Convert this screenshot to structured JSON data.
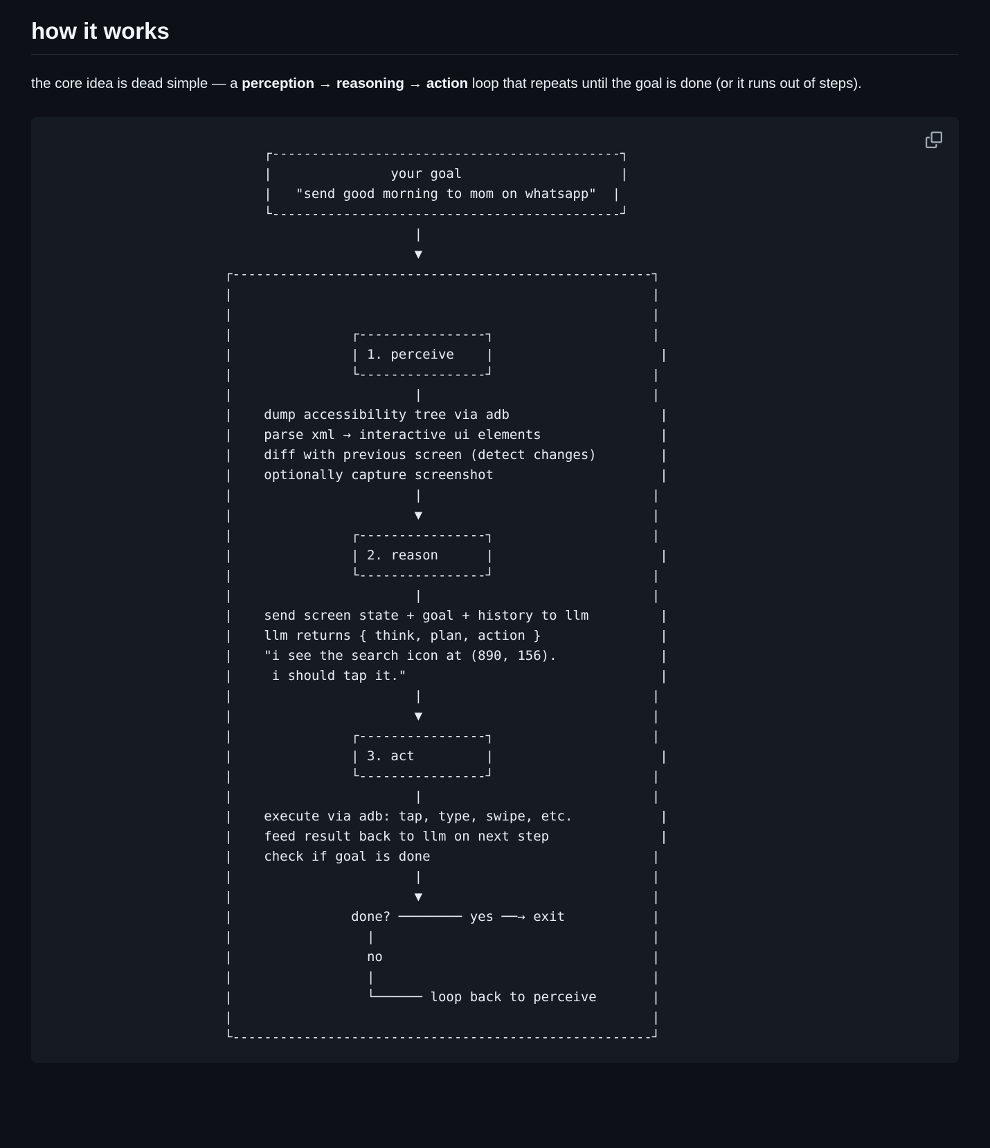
{
  "page": {
    "heading": "how it works",
    "intro": {
      "pre": "the core idea is dead simple — a ",
      "bold1": "perception",
      "arrow1": " → ",
      "bold2": "reasoning",
      "arrow2": " → ",
      "bold3": "action",
      "post": " loop that repeats until the goal is done (or it runs out of steps)."
    }
  },
  "code_block": {
    "copy_icon": "copy-icon",
    "ascii_lines": [
      "",
      "                            ┌--------------------------------------------┐",
      "                            |               your goal                    |",
      "                            |   \"send good morning to mom on whatsapp\"  |",
      "                            └--------------------------------------------┘",
      "                                               |",
      "                                               ▼",
      "                       ┌-----------------------------------------------------┐",
      "                       |                                                     |",
      "                       |                                                     |",
      "                       |               ┌----------------┐                    |",
      "                       |               | 1. perceive    |                     |",
      "                       |               └----------------┘                    |",
      "                       |                       |                             |",
      "                       |    dump accessibility tree via adb                   |",
      "                       |    parse xml → interactive ui elements               |",
      "                       |    diff with previous screen (detect changes)        |",
      "                       |    optionally capture screenshot                     |",
      "                       |                       |                             |",
      "                       |                       ▼                             |",
      "                       |               ┌----------------┐                    |",
      "                       |               | 2. reason      |                     |",
      "                       |               └----------------┘                    |",
      "                       |                       |                             |",
      "                       |    send screen state + goal + history to llm         |",
      "                       |    llm returns { think, plan, action }               |",
      "                       |    \"i see the search icon at (890, 156).             |",
      "                       |     i should tap it.\"                                |",
      "                       |                       |                             |",
      "                       |                       ▼                             |",
      "                       |               ┌----------------┐                    |",
      "                       |               | 3. act         |                     |",
      "                       |               └----------------┘                    |",
      "                       |                       |                             |",
      "                       |    execute via adb: tap, type, swipe, etc.           |",
      "                       |    feed result back to llm on next step              |",
      "                       |    check if goal is done                            |",
      "                       |                       |                             |",
      "                       |                       ▼                             |",
      "                       |               done? ──────── yes ──→ exit           |",
      "                       |                 |                                   |",
      "                       |                 no                                  |",
      "                       |                 |                                   |",
      "                       |                 └────── loop back to perceive       |",
      "                       |                                                     |",
      "                       └-----------------------------------------------------┘"
    ]
  }
}
